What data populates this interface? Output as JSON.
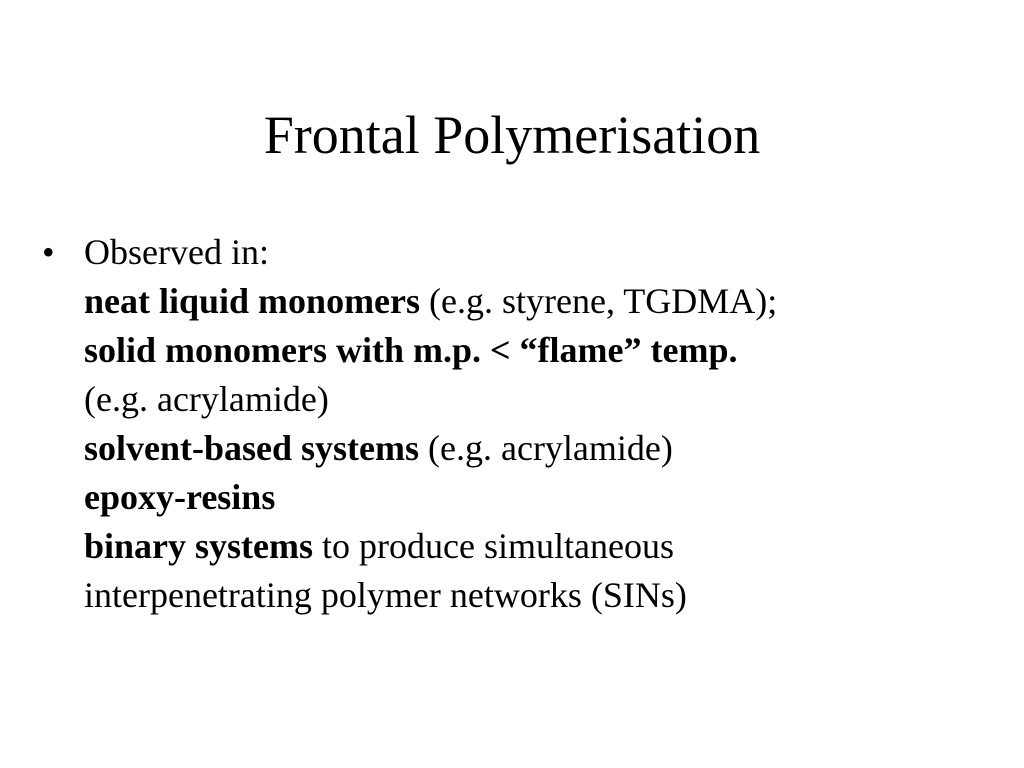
{
  "slide": {
    "title": "Frontal Polymerisation",
    "bullet": {
      "marker": "•",
      "intro": "Observed in:",
      "lines": [
        {
          "bold": "neat liquid monomers",
          "normal": " (e.g. styrene, TGDMA);"
        },
        {
          "bold": "solid monomers with m.p. < “flame” temp.",
          "normal": ""
        },
        {
          "bold": "",
          "normal": "(e.g. acrylamide)"
        },
        {
          "bold": "solvent-based systems",
          "normal": " (e.g. acrylamide)"
        },
        {
          "bold": "epoxy-resins",
          "normal": ""
        },
        {
          "bold": "binary systems",
          "normal": " to produce simultaneous"
        },
        {
          "bold": "",
          "normal": "interpenetrating polymer networks (SINs)"
        }
      ]
    }
  }
}
